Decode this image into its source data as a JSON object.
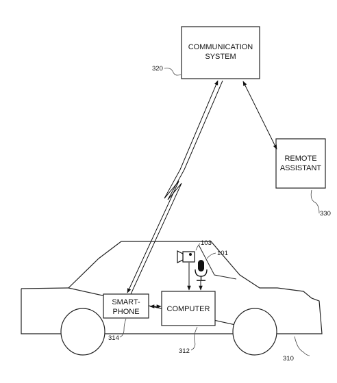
{
  "diagram": {
    "communication_system": {
      "label_lines": [
        "COMMUNICATION",
        "SYSTEM"
      ],
      "ref": "320"
    },
    "remote_assistant": {
      "label_lines": [
        "REMOTE",
        "ASSISTANT"
      ],
      "ref": "330"
    },
    "smartphone": {
      "label_lines": [
        "SMART-",
        "PHONE"
      ],
      "ref": "314"
    },
    "computer": {
      "label": "COMPUTER",
      "ref": "312"
    },
    "camera": {
      "icon": "video-camera-icon",
      "ref": "103"
    },
    "microphone": {
      "icon": "microphone-icon",
      "ref": "101"
    },
    "vehicle": {
      "ref": "310"
    }
  }
}
